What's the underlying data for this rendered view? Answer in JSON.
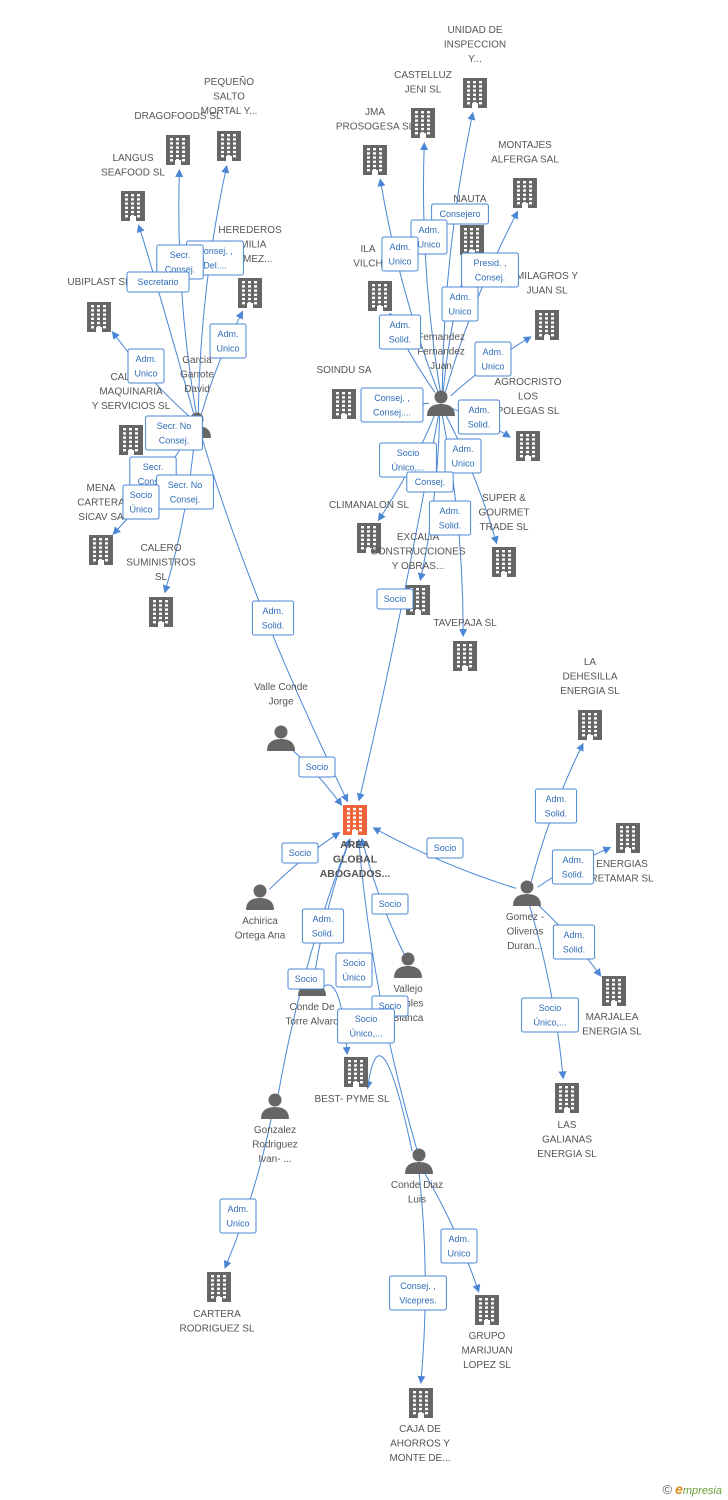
{
  "colors": {
    "edge": "#4a86d4",
    "icon": "#666666",
    "center_icon": "#f0643c",
    "label": "#555555"
  },
  "nodes": [
    {
      "id": "center",
      "type": "company",
      "center": true,
      "label": [
        "AREA",
        "GLOBAL",
        "ABOGADOS..."
      ]
    },
    {
      "id": "unidad",
      "type": "company",
      "label": [
        "UNIDAD DE",
        "INSPECCION",
        "Y..."
      ]
    },
    {
      "id": "castelluz",
      "type": "company",
      "label": [
        "CASTELLUZ",
        "JENI SL"
      ]
    },
    {
      "id": "pequeno",
      "type": "company",
      "label": [
        "PEQUEÑO",
        "SALTO",
        "MORTAL Y..."
      ]
    },
    {
      "id": "dragofoods",
      "type": "company",
      "label": [
        "DRAGOFOODS SL"
      ]
    },
    {
      "id": "jma",
      "type": "company",
      "label": [
        "JMA",
        "PROSOGESA SL"
      ]
    },
    {
      "id": "montajes",
      "type": "company",
      "label": [
        "MONTAJES",
        "ALFERGA SAL"
      ]
    },
    {
      "id": "langus",
      "type": "company",
      "label": [
        "LANGUS",
        "SEAFOOD SL"
      ]
    },
    {
      "id": "herederos",
      "type": "company",
      "label": [
        "HEREDEROS",
        "EMILIA",
        "GOMEZ..."
      ]
    },
    {
      "id": "nauta",
      "type": "company",
      "label": [
        "NAUTA"
      ]
    },
    {
      "id": "ila",
      "type": "company",
      "label": [
        "ILA",
        "VILCH"
      ]
    },
    {
      "id": "milagros",
      "type": "company",
      "label": [
        "MILAGROS Y",
        "JUAN SL"
      ]
    },
    {
      "id": "ubiplast",
      "type": "company",
      "label": [
        "UBIPLAST SL"
      ]
    },
    {
      "id": "calero_maq",
      "type": "company",
      "label": [
        "CALERO",
        "MAQUINARIA",
        "Y SERVICIOS  SL"
      ]
    },
    {
      "id": "soindu",
      "type": "company",
      "label": [
        "SOINDU SA"
      ]
    },
    {
      "id": "agrocristo",
      "type": "company",
      "label": [
        "AGROCRISTO",
        "LOS",
        "POLEGAS SL"
      ]
    },
    {
      "id": "mena",
      "type": "company",
      "label": [
        "MENA",
        "CARTERA",
        "SICAV SA"
      ]
    },
    {
      "id": "calero_sum",
      "type": "company",
      "label": [
        "CALERO",
        "SUMINISTROS",
        "SL"
      ]
    },
    {
      "id": "climanalon",
      "type": "company",
      "label": [
        "CLIMANALON SL"
      ]
    },
    {
      "id": "super",
      "type": "company",
      "label": [
        "SUPER &",
        "GOURMET",
        "TRADE  SL"
      ]
    },
    {
      "id": "excalia",
      "type": "company",
      "label": [
        "EXCALIA",
        "CONSTRUCCIONES",
        "Y OBRAS..."
      ]
    },
    {
      "id": "tavepaja",
      "type": "company",
      "label": [
        "TAVEPAJA SL"
      ]
    },
    {
      "id": "dehesilla",
      "type": "company",
      "label": [
        "LA",
        "DEHESILLA",
        "ENERGIA SL"
      ]
    },
    {
      "id": "retamar",
      "type": "company",
      "label": [
        "ENERGIAS",
        "RETAMAR SL"
      ]
    },
    {
      "id": "marjalea",
      "type": "company",
      "label": [
        "MARJALEA",
        "ENERGIA SL"
      ]
    },
    {
      "id": "galianas",
      "type": "company",
      "label": [
        "LAS",
        "GALIANAS",
        "ENERGIA SL"
      ]
    },
    {
      "id": "bestpyme",
      "type": "company",
      "label": [
        "BEST- PYME SL"
      ]
    },
    {
      "id": "cartera_rod",
      "type": "company",
      "label": [
        "CARTERA",
        "RODRIGUEZ SL"
      ]
    },
    {
      "id": "grupo_mar",
      "type": "company",
      "label": [
        "GRUPO",
        "MARIJUAN",
        "LOPEZ SL"
      ]
    },
    {
      "id": "caja",
      "type": "company",
      "label": [
        "CAJA DE",
        "AHORROS Y",
        "MONTE DE..."
      ]
    },
    {
      "id": "garcia",
      "type": "person",
      "label": [
        "Garcia",
        "Garrote",
        "David"
      ]
    },
    {
      "id": "fernandez",
      "type": "person",
      "label": [
        "Fernandez",
        "Fernandez",
        "Juan"
      ]
    },
    {
      "id": "valle",
      "type": "person",
      "label": [
        "Valle Conde",
        "Jorge"
      ]
    },
    {
      "id": "achirica",
      "type": "person",
      "label": [
        "Achirica",
        "Ortega Ana"
      ]
    },
    {
      "id": "gomez",
      "type": "person",
      "label": [
        "Gomez -",
        "Oliveros",
        "Duran..."
      ]
    },
    {
      "id": "vallejo",
      "type": "person",
      "label": [
        "Vallejo",
        "Robles",
        "Blanca"
      ]
    },
    {
      "id": "conde_alvaro",
      "type": "person",
      "label": [
        "Conde De",
        "Torre Alvaro"
      ]
    },
    {
      "id": "gonzalez",
      "type": "person",
      "label": [
        "Gonzalez",
        "Rodriguez",
        "Ivan- ..."
      ]
    },
    {
      "id": "conde_luis",
      "type": "person",
      "label": [
        "Conde Diaz",
        "Luis"
      ]
    }
  ],
  "edges": [
    {
      "from": "garcia",
      "to": "pequeno",
      "labels": [
        "Consej. ,",
        "Del...."
      ]
    },
    {
      "from": "garcia",
      "to": "dragofoods",
      "labels": [
        "Secr.",
        "Consej."
      ]
    },
    {
      "from": "garcia",
      "to": "langus",
      "labels": [
        "Secretario"
      ]
    },
    {
      "from": "garcia",
      "to": "herederos",
      "labels": [
        "Adm.",
        "Unico"
      ]
    },
    {
      "from": "garcia",
      "to": "ubiplast",
      "labels": [
        "Adm.",
        "Unico"
      ]
    },
    {
      "from": "garcia",
      "to": "calero_maq",
      "labels": [
        "Secr.  No",
        "Consej."
      ]
    },
    {
      "from": "garcia",
      "to": "mena",
      "labels": [
        "Secr.",
        "Consej."
      ]
    },
    {
      "from": "garcia",
      "to": "calero_sum",
      "labels": [
        "Secr.  No",
        "Consej."
      ]
    },
    {
      "from": "garcia",
      "to": "calero_maq",
      "labels": [
        "Socio",
        "Único"
      ]
    },
    {
      "from": "garcia",
      "to": "center",
      "labels": [
        "Adm.",
        "Solid."
      ]
    },
    {
      "from": "fernandez",
      "to": "unidad",
      "labels": [
        "Consejero"
      ]
    },
    {
      "from": "fernandez",
      "to": "castelluz",
      "labels": [
        "Adm.",
        "Unico"
      ]
    },
    {
      "from": "fernandez",
      "to": "jma",
      "labels": [
        "Adm.",
        "Unico"
      ]
    },
    {
      "from": "fernandez",
      "to": "montajes",
      "labels": [
        "Presid. ,",
        "Consej."
      ]
    },
    {
      "from": "fernandez",
      "to": "nauta",
      "labels": [
        "Adm.",
        "Unico"
      ]
    },
    {
      "from": "fernandez",
      "to": "ila",
      "labels": [
        "Adm.",
        "Solid."
      ]
    },
    {
      "from": "fernandez",
      "to": "milagros",
      "labels": [
        "Adm.",
        "Unico"
      ]
    },
    {
      "from": "fernandez",
      "to": "soindu",
      "labels": [
        "Consej. ,",
        "Consej...."
      ]
    },
    {
      "from": "fernandez",
      "to": "agrocristo",
      "labels": [
        "Adm.",
        "Solid."
      ]
    },
    {
      "from": "fernandez",
      "to": "climanalon",
      "labels": [
        "Socio",
        "Único,..."
      ]
    },
    {
      "from": "fernandez",
      "to": "super",
      "labels": [
        "Adm.",
        "Unico"
      ]
    },
    {
      "from": "fernandez",
      "to": "excalia",
      "labels": [
        "Consej."
      ]
    },
    {
      "from": "fernandez",
      "to": "tavepaja",
      "labels": [
        "Adm.",
        "Solid."
      ]
    },
    {
      "from": "fernandez",
      "to": "center",
      "labels": [
        "Socio"
      ]
    },
    {
      "from": "valle",
      "to": "center",
      "labels": [
        "Socio"
      ]
    },
    {
      "from": "achirica",
      "to": "center",
      "labels": [
        "Socio"
      ]
    },
    {
      "from": "gomez",
      "to": "center",
      "labels": [
        "Socio"
      ]
    },
    {
      "from": "gomez",
      "to": "dehesilla",
      "labels": [
        "Adm.",
        "Solid."
      ]
    },
    {
      "from": "gomez",
      "to": "retamar",
      "labels": [
        "Adm.",
        "Solid."
      ]
    },
    {
      "from": "gomez",
      "to": "marjalea",
      "labels": [
        "Adm.",
        "Solid."
      ]
    },
    {
      "from": "gomez",
      "to": "galianas",
      "labels": [
        "Socio",
        "Único,..."
      ]
    },
    {
      "from": "vallejo",
      "to": "center",
      "labels": [
        "Socio"
      ]
    },
    {
      "from": "conde_alvaro",
      "to": "center",
      "labels": [
        "Adm.",
        "Solid."
      ]
    },
    {
      "from": "conde_alvaro",
      "to": "bestpyme",
      "labels": [
        "Socio",
        "Único"
      ]
    },
    {
      "from": "gonzalez",
      "to": "center",
      "labels": [
        "Socio"
      ]
    },
    {
      "from": "gonzalez",
      "to": "cartera_rod",
      "labels": [
        "Adm.",
        "Unico"
      ]
    },
    {
      "from": "conde_luis",
      "to": "center",
      "labels": [
        "Socio"
      ]
    },
    {
      "from": "conde_luis",
      "to": "bestpyme",
      "labels": [
        "Socio",
        "Único,..."
      ]
    },
    {
      "from": "conde_luis",
      "to": "grupo_mar",
      "labels": [
        "Adm.",
        "Unico"
      ]
    },
    {
      "from": "conde_luis",
      "to": "caja",
      "labels": [
        "Consej. ,",
        "Vicepres."
      ]
    }
  ],
  "footer": {
    "copyright": "©",
    "brand_initial": "e",
    "brand_rest": "mpresia"
  }
}
